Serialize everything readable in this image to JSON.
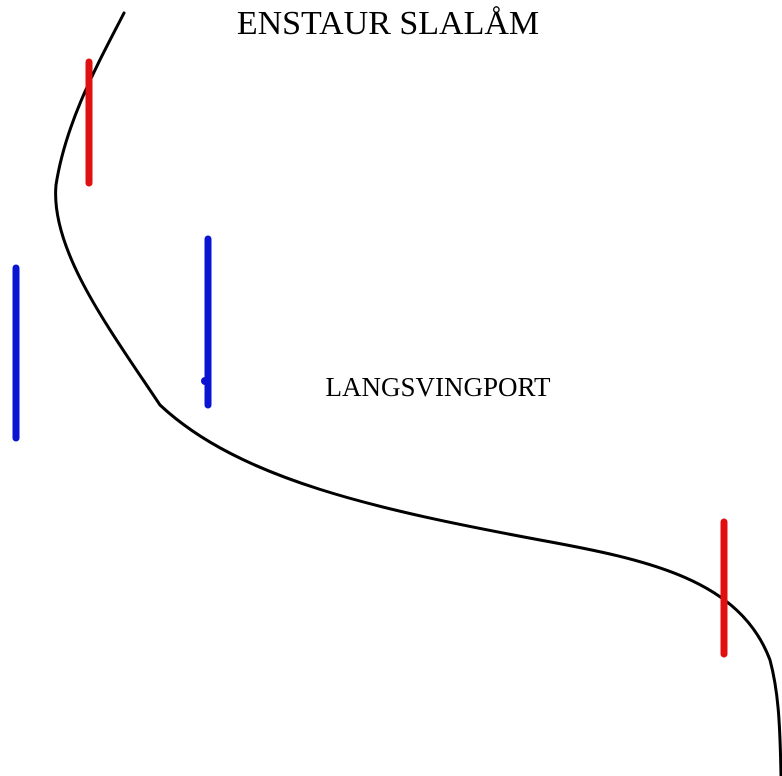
{
  "title": "ENSTAUR SLALÅM",
  "gate_label": "LANGSVINGPORT",
  "colors": {
    "background": "#ffffff",
    "ski_line": "#000000",
    "red_pole": "#e01010",
    "blue_pole": "#0a14d2"
  },
  "poles": [
    {
      "id": "red-1",
      "color": "red"
    },
    {
      "id": "blue-1",
      "color": "blue"
    },
    {
      "id": "blue-2",
      "color": "blue"
    },
    {
      "id": "red-2",
      "color": "red"
    }
  ]
}
